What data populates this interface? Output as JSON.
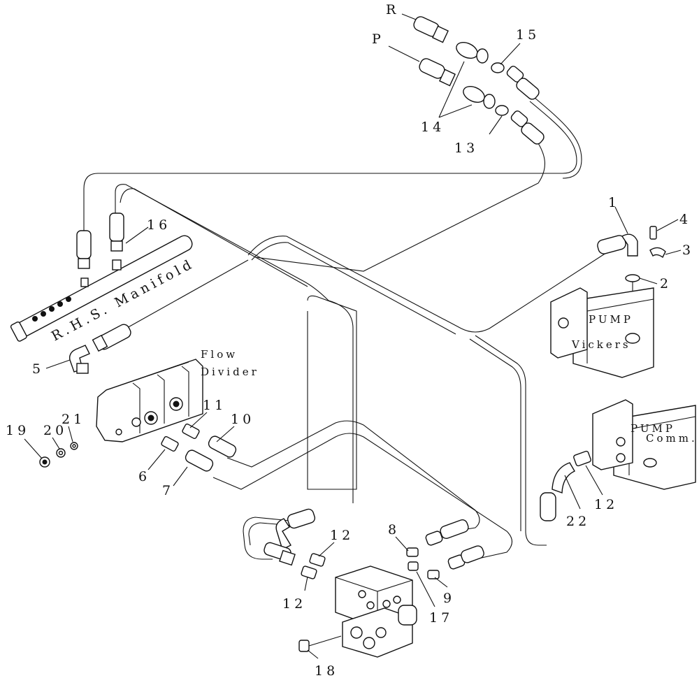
{
  "callouts": {
    "c1": "1",
    "c2": "2",
    "c3": "3",
    "c4": "4",
    "c5": "5",
    "c6": "6",
    "c7": "7",
    "c8": "8",
    "c9": "9",
    "c10": "10",
    "c11": "11",
    "c12a": "12",
    "c12b": "12",
    "c12c": "12",
    "c13": "13",
    "c14": "14",
    "c15": "15",
    "c16": "16",
    "c17": "17",
    "c18": "18",
    "c19": "19",
    "c20": "20",
    "c21": "21",
    "c22": "22",
    "port_r": "R",
    "port_p": "P"
  },
  "labels": {
    "manifold": "R.H.S. Manifold",
    "flow_divider_1": "Flow",
    "flow_divider_2": "Divider",
    "pump1_title": "PUMP",
    "pump1_brand": "Vickers",
    "pump2_title": "PUMP",
    "pump2_brand": "Comm."
  }
}
